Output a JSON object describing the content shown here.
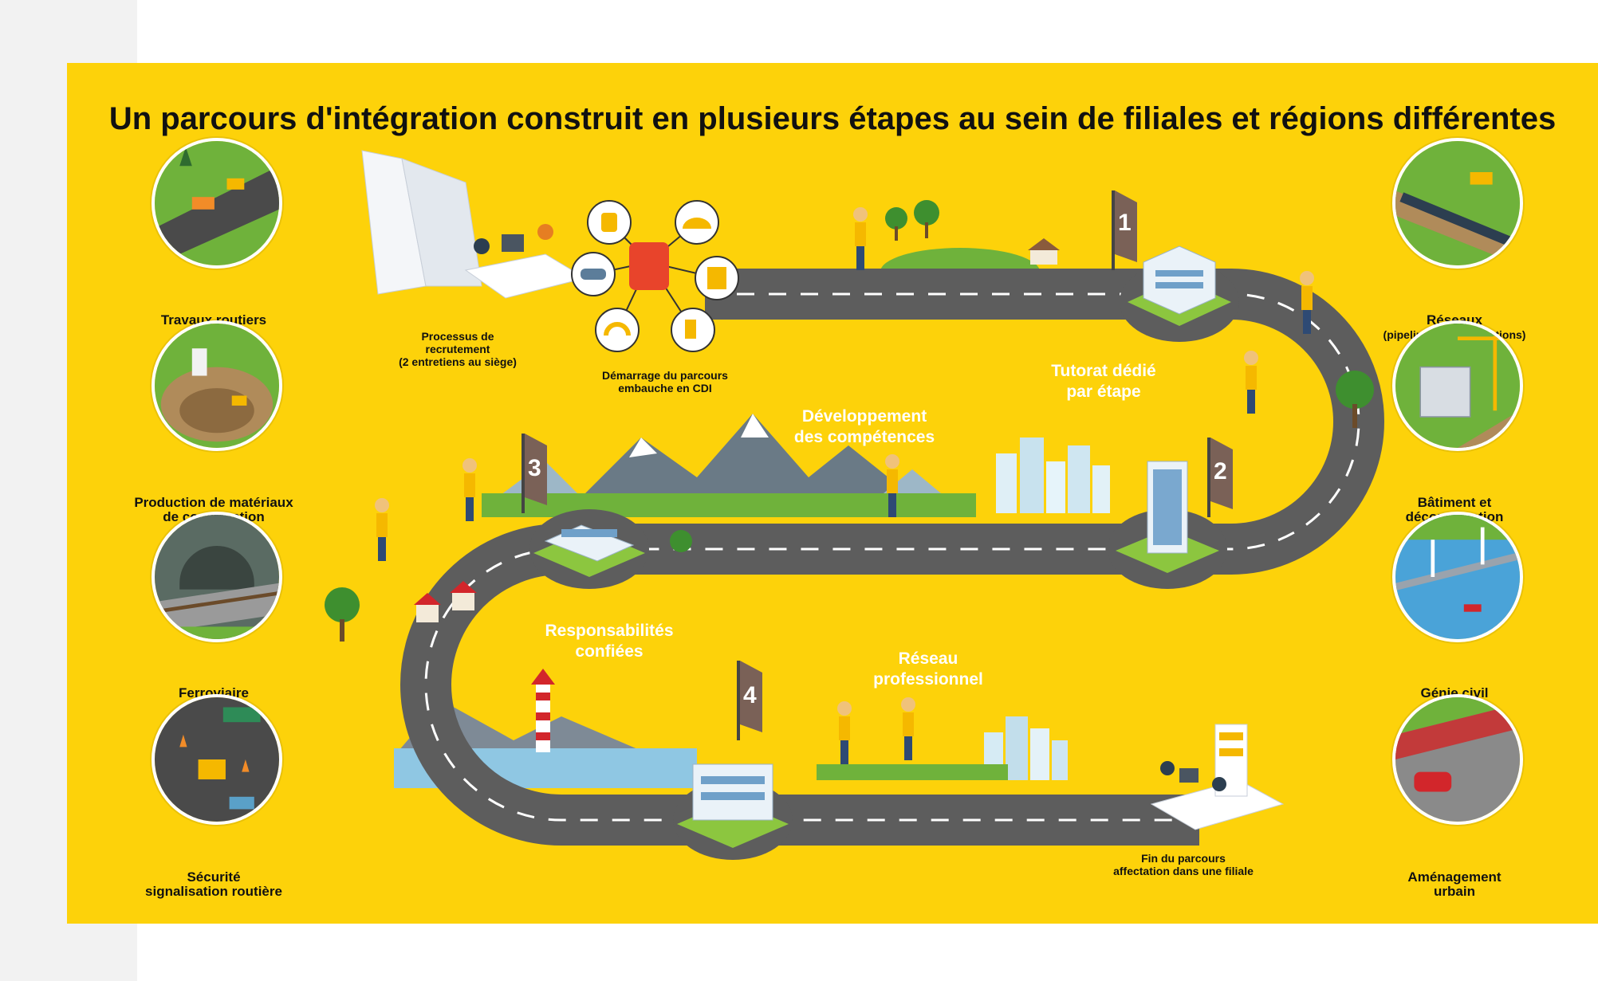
{
  "title": "Un parcours d'intégration construit en plusieurs étapes au sein de filiales et régions différentes",
  "colors": {
    "background": "#fdd20a",
    "road": "#5d5d5d",
    "road_edge": "#ffffff",
    "flag": "#7a6157"
  },
  "left_activities": [
    {
      "label": "Travaux routiers",
      "icon": "road-works-icon"
    },
    {
      "label": "Production de matériaux de construction",
      "line1": "Production de matériaux",
      "line2": "de construction",
      "icon": "quarry-icon"
    },
    {
      "label": "Ferroviaire",
      "icon": "railway-tunnel-icon"
    },
    {
      "label": "Sécurité signalisation routière",
      "line1": "Sécurité",
      "line2": "signalisation routière",
      "icon": "road-signage-icon"
    }
  ],
  "right_activities": [
    {
      "label": "Réseaux",
      "sub": "(pipelines et canalisations)",
      "icon": "pipeline-icon"
    },
    {
      "label": "Bâtiment et déconstruction",
      "line1": "Bâtiment et",
      "line2": "déconstruction",
      "icon": "building-crane-icon"
    },
    {
      "label": "Génie civil",
      "icon": "bridge-icon"
    },
    {
      "label": "Aménagement urbain",
      "line1": "Aménagement",
      "line2": "urbain",
      "icon": "urban-street-icon"
    }
  ],
  "steps": {
    "recruitment": {
      "line1": "Processus de",
      "line2": "recrutement",
      "line3": "(2 entretiens au siège)"
    },
    "start": {
      "line1": "Démarrage du parcours",
      "line2": "embauche en CDI"
    },
    "end": {
      "line1": "Fin du parcours",
      "line2": "affectation dans une filiale"
    }
  },
  "themes": {
    "tutorat": {
      "line1": "Tutorat dédié",
      "line2": "par étape"
    },
    "developpement": {
      "line1": "Développement",
      "line2": "des compétences"
    },
    "responsabilites": {
      "line1": "Responsabilités",
      "line2": "confiées"
    },
    "reseau": {
      "line1": "Réseau",
      "line2": "professionnel"
    }
  },
  "flags": [
    "1",
    "2",
    "3",
    "4"
  ]
}
